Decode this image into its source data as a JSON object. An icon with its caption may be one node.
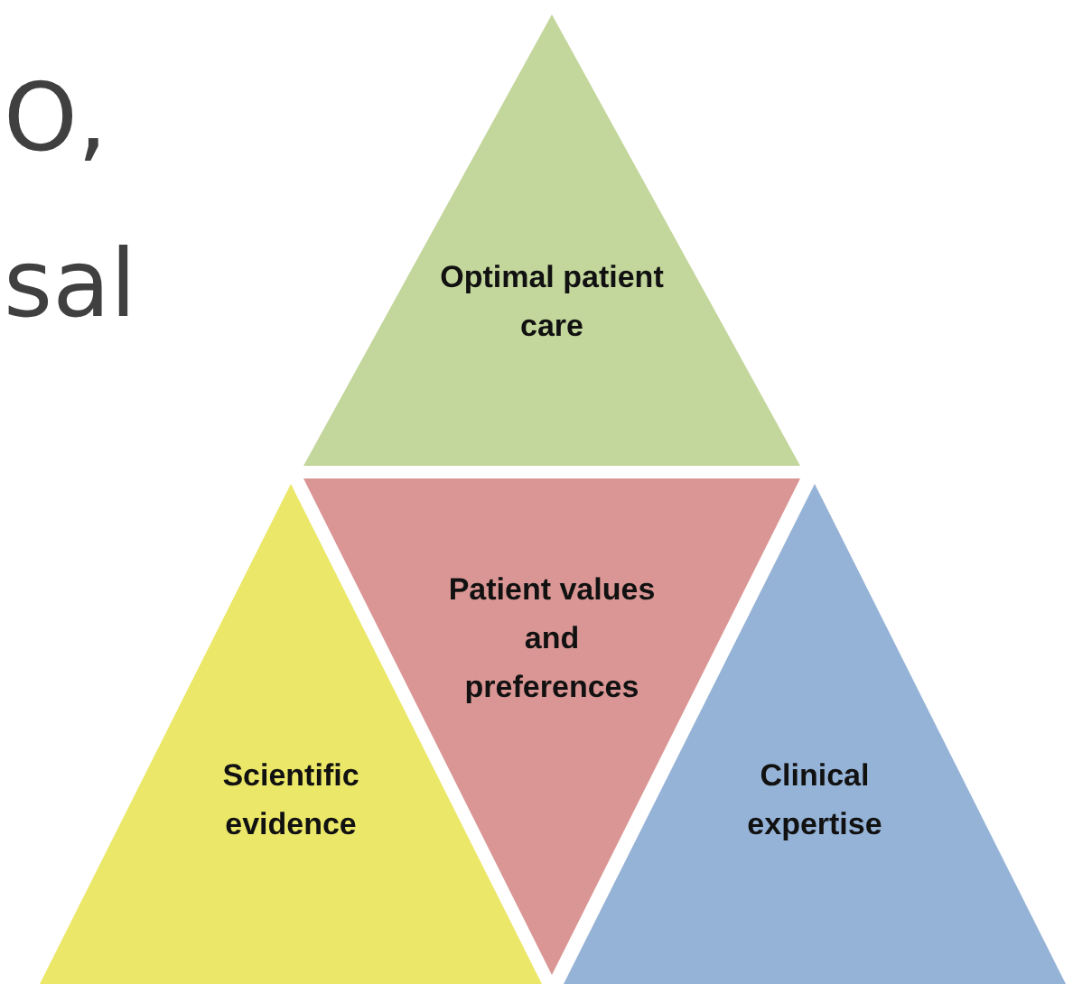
{
  "diagram": {
    "nodes": [
      {
        "text": [
          "Optimal patient care"
        ]
      },
      {
        "text": [
          "Patient values and preferences"
        ]
      },
      {
        "text": [
          "Scientific evidence"
        ]
      },
      {
        "text": [
          "Clinical expertise"
        ]
      }
    ],
    "labels": [
      "O,",
      "sal"
    ]
  }
}
